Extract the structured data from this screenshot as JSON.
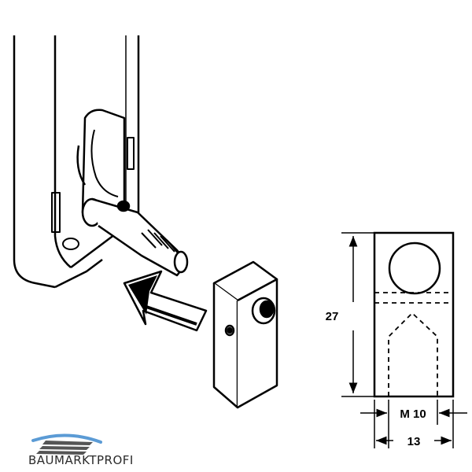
{
  "drawing": {
    "dimension_height": "27",
    "dimension_thread": "M 10",
    "dimension_width": "13"
  },
  "brand": {
    "name": "BAUMARKTPROFI",
    "colors": {
      "arc": "#5b9bd5",
      "mark": "#555555"
    }
  }
}
